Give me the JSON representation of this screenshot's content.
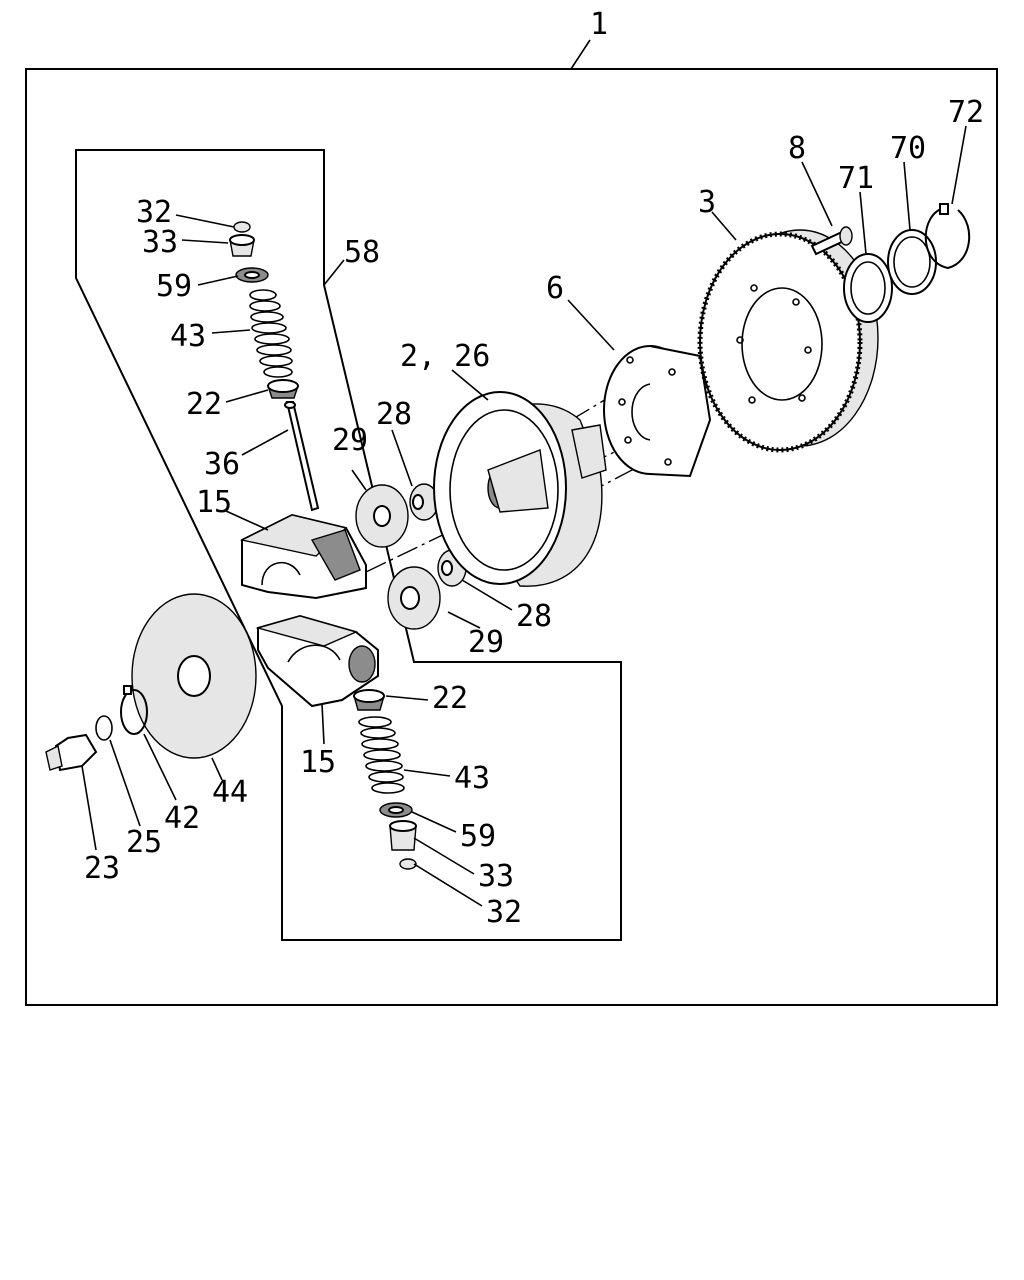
{
  "assembly_number": "1",
  "subassembly_number": "58",
  "callouts": {
    "c32_top": "32",
    "c33_top": "33",
    "c59_top": "59",
    "c43_top": "43",
    "c22_top": "22",
    "c36": "36",
    "c15_top": "15",
    "c29_top": "29",
    "c28_top": "28",
    "c2_26": "2, 26",
    "c6": "6",
    "c3": "3",
    "c8": "8",
    "c71": "71",
    "c70": "70",
    "c72": "72",
    "c28_bot": "28",
    "c29_bot": "29",
    "c22_bot": "22",
    "c15_bot": "15",
    "c43_bot": "43",
    "c59_bot": "59",
    "c33_bot": "33",
    "c32_bot": "32",
    "c44": "44",
    "c42": "42",
    "c25": "25",
    "c23": "23"
  },
  "icons": [
    "governor-weight-part",
    "spring-part",
    "gear-part",
    "snap-ring-part"
  ]
}
